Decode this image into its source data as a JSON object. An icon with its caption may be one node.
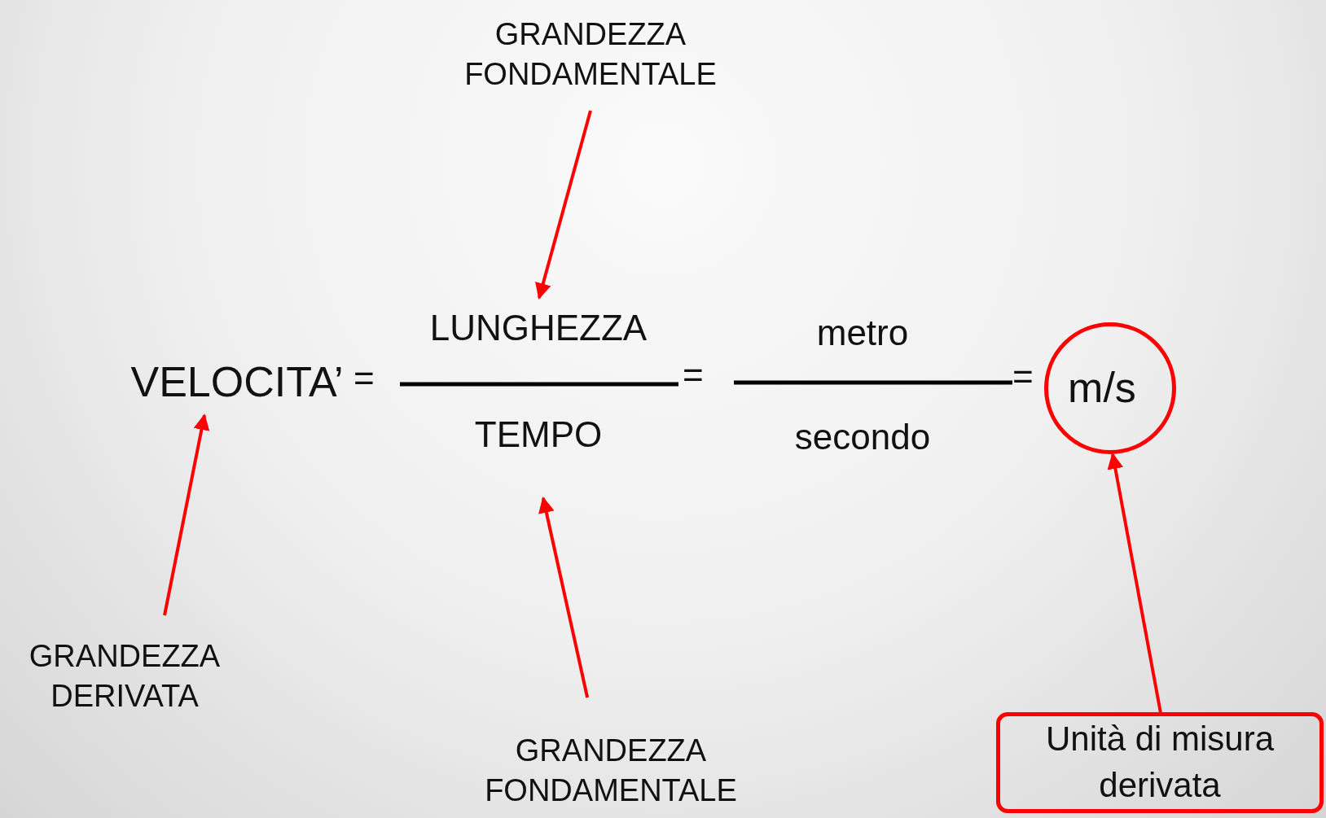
{
  "diagram": {
    "nodes": [
      {
        "text": [
          "GRANDEZZA FONDAMENTALE"
        ]
      },
      {
        "text": [
          "VELOCITA’"
        ]
      },
      {
        "text": [
          "LUNGHEZZA"
        ]
      },
      {
        "text": [
          "TEMPO"
        ]
      },
      {
        "text": [
          "metro"
        ]
      },
      {
        "text": [
          "secondo"
        ]
      },
      {
        "text": [
          "m/s"
        ]
      },
      {
        "text": [
          "GRANDEZZA DERIVATA"
        ]
      },
      {
        "text": [
          "GRANDEZZA FONDAMENTALE"
        ]
      },
      {
        "text": [
          "Unità di misura derivata"
        ]
      }
    ],
    "edges": [
      {
        "from": 0,
        "to": 2,
        "arrow": "to"
      },
      {
        "from": 7,
        "to": 1,
        "arrow": "to"
      },
      {
        "from": 8,
        "to": 3,
        "arrow": "to"
      },
      {
        "from": 9,
        "to": 6,
        "arrow": "to"
      }
    ],
    "labels": [
      "=",
      "=",
      "="
    ]
  }
}
